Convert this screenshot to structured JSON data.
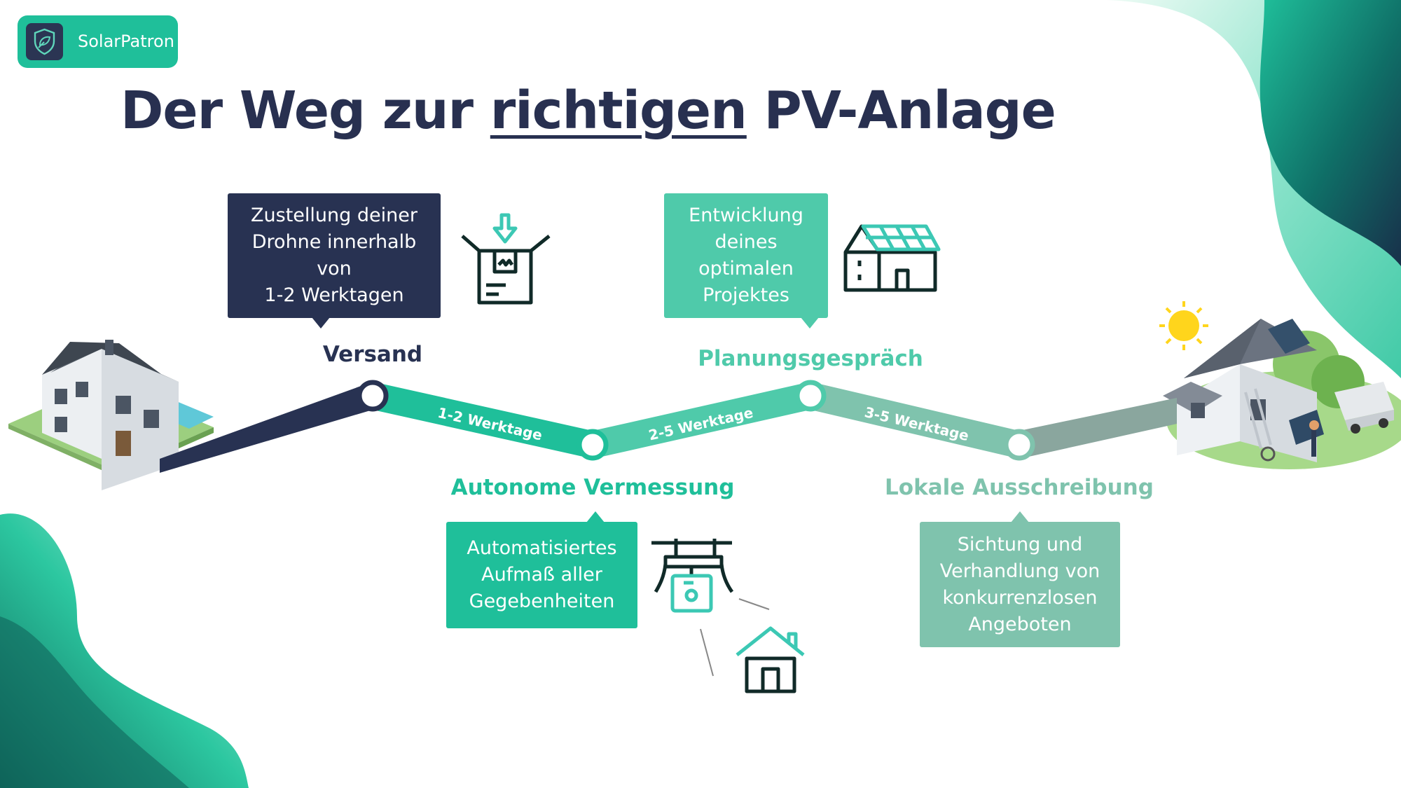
{
  "brand": {
    "name": "SolarPatron",
    "icon": "shield-leaf-icon"
  },
  "title": {
    "before": "Der Weg zur ",
    "highlight": "richtigen",
    "after": " PV-Anlage"
  },
  "steps": [
    {
      "label": "Versand",
      "description": [
        "Zustellung deiner",
        "Drohne innerhalb",
        "von",
        "1-2 Werktagen"
      ],
      "icon": "package-box-icon",
      "color": "#283252"
    },
    {
      "label": "Autonome Vermessung",
      "description": [
        "Automatisiertes",
        "Aufmaß aller",
        "Gegebenheiten"
      ],
      "icon": "drone-camera-icon",
      "color": "#1fbf9a"
    },
    {
      "label": "Planungsgespräch",
      "description": [
        "Entwicklung",
        "deines",
        "optimalen",
        "Projektes"
      ],
      "icon": "solar-house-icon",
      "color": "#4fcaaa"
    },
    {
      "label": "Lokale Ausschreibung",
      "description": [
        "Sichtung und",
        "Verhandlung von",
        "konkurrenzlosen",
        "Angeboten"
      ],
      "icon": "house-icon",
      "color": "#7fc3ad"
    }
  ],
  "durations": [
    "1-2 Werktage",
    "2-5 Werktage",
    "3-5 Werktage"
  ],
  "colors": {
    "navy": "#283252",
    "teal": "#1fbf9a",
    "mint": "#4fcaaa",
    "sage": "#7fc3ad",
    "slate": "#8aa69e",
    "icon_accent": "#3cc8b4",
    "dark": "#102a28"
  }
}
